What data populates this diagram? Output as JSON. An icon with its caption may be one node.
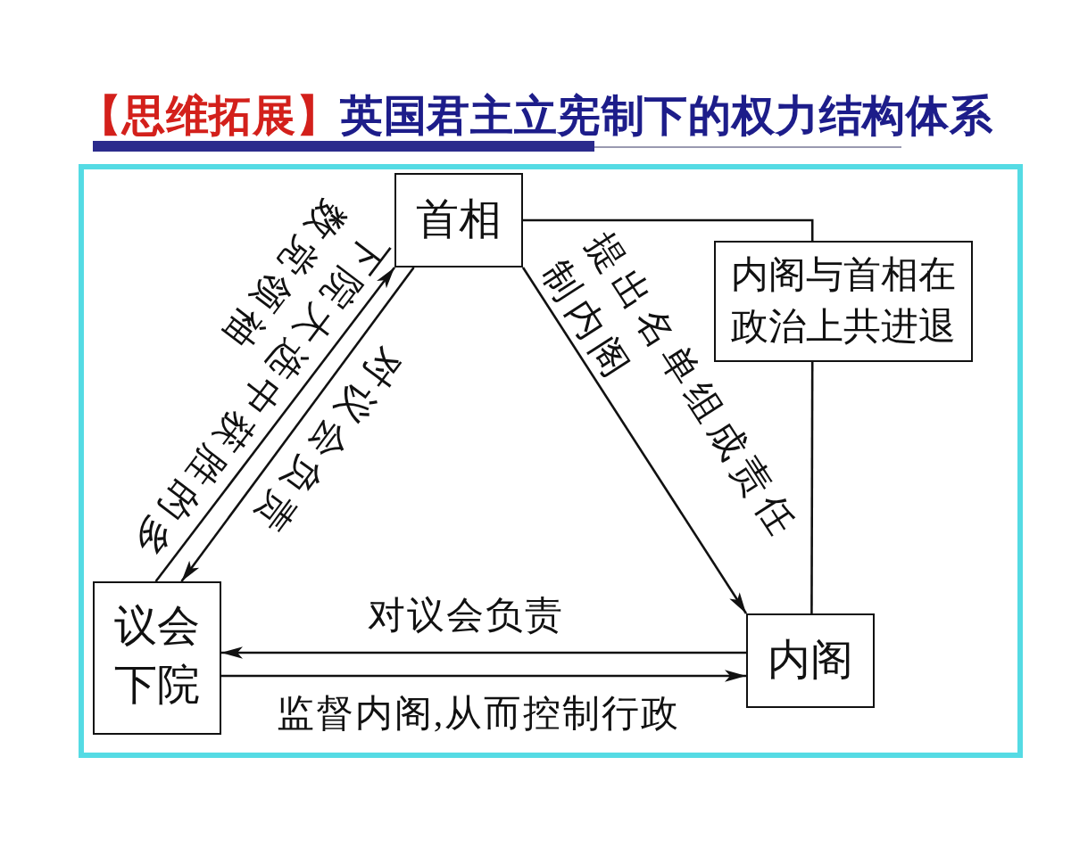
{
  "diagram": {
    "title": "英国君主立宪制下的权力结构体系",
    "nodes": [
      {
        "text": [
          "首相"
        ]
      },
      {
        "text": [
          "内阁与首相在政治上共进退"
        ]
      },
      {
        "text": [
          "议会下院"
        ]
      },
      {
        "text": [
          "内阁"
        ]
      }
    ],
    "edges": [
      {
        "from": 2,
        "to": 0,
        "arrow": "to",
        "label": "下院大选中获胜的多数党领袖"
      },
      {
        "from": 0,
        "to": 2,
        "arrow": "to",
        "label": "对议会负责"
      },
      {
        "from": 0,
        "to": 3,
        "arrow": "to",
        "label": "提出名单组成责任制内阁"
      },
      {
        "from": 0,
        "to": 1,
        "arrow": "none"
      },
      {
        "from": 1,
        "to": 3,
        "arrow": "none"
      },
      {
        "from": 3,
        "to": 2,
        "arrow": "to",
        "label": "对议会负责"
      },
      {
        "from": 2,
        "to": 3,
        "arrow": "to",
        "label": "监督内阁,从而控制行政"
      }
    ],
    "labels": [
      "【思维拓展】"
    ]
  }
}
